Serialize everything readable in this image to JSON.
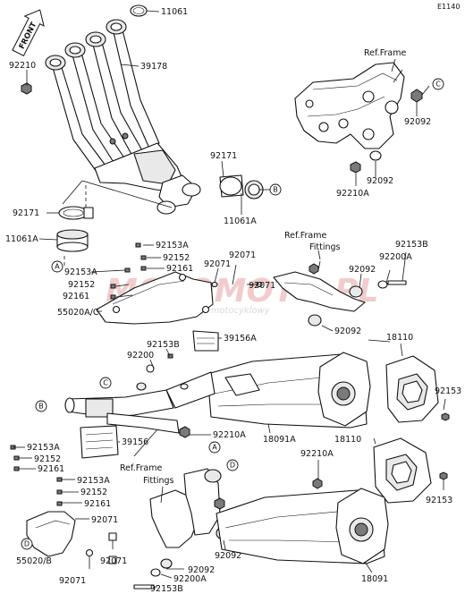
{
  "diagram_code": "E1140",
  "front_label": "FRONT",
  "watermark": {
    "brand": "MOTOMOTO.PL",
    "tagline": "internetowy sklep motocyklowy"
  },
  "labels": {
    "p11061_top": "11061",
    "p39178": "39178",
    "p92210_top": "92210",
    "ref_frame_top": "Ref.Frame",
    "p92092_a": "92092",
    "p92092_b": "92092",
    "p92210a_top": "92210A",
    "p92171_center": "92171",
    "p11061a_center": "11061A",
    "p92171_left": "92171",
    "p11061a_left": "11061A",
    "ref_frame_fittings_mid_1": "Ref.Frame",
    "ref_frame_fittings_mid_2": "Fittings",
    "p92153b_right": "92153B",
    "p92071_mid_a": "92071",
    "p92071_mid_b": "92071",
    "p92071_mid_c": "92071",
    "p92092_mid": "92092",
    "p92200a_mid": "92200A",
    "p92153a_1": "92153A",
    "p92152_1": "92152",
    "p92161_1": "92161",
    "p92153a_2": "92153A",
    "p92152_2": "92152",
    "p92161_2": "92161",
    "p55020a_c": "55020A/C",
    "p92092_mid2": "92092",
    "p18110_a": "18110",
    "p39156a": "39156A",
    "p92153b_mid": "92153B",
    "p92200_mid": "92200",
    "p92153_r1": "92153",
    "p92210a_mid": "92210A",
    "p18091a": "18091A",
    "p39156": "39156",
    "p18110_b": "18110",
    "p92153a_3": "92153A",
    "p92152_3": "92152",
    "p92161_3": "92161",
    "p92210a_low": "92210A",
    "p92153a_4": "92153A",
    "p92152_4": "92152",
    "p92161_4": "92161",
    "ref_frame_fittings_low_1": "Ref.Frame",
    "ref_frame_fittings_low_2": "Fittings",
    "p92153_r2": "92153",
    "p92071_low_a": "92071",
    "p92071_low_b": "92071",
    "p55020b": "55020/B",
    "p92071_low_c": "92071",
    "p92092_low_a": "92092",
    "p92092_low_b": "92092",
    "p92200a_low": "92200A",
    "p18091": "18091",
    "p92153b_low": "92153B"
  },
  "connectors": {
    "a1": "A",
    "a2": "A",
    "b1": "B",
    "b2": "B",
    "c1": "C",
    "c2": "C",
    "d1": "D",
    "d2": "D"
  }
}
